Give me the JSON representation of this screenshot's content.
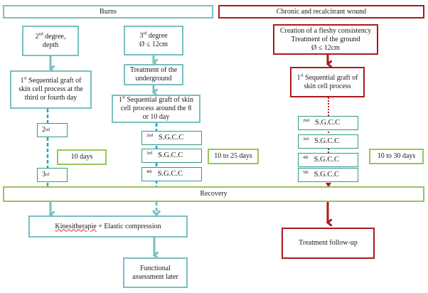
{
  "headers": {
    "burns": "Burns",
    "chronic": "Chronic and recalcitrant wound"
  },
  "burns_col1": {
    "degree_num": "2",
    "degree_sup": "nd",
    "degree_text": " degree,",
    "degree_line2": "depth",
    "graft_num": "1",
    "graft_sup": "st",
    "graft_line1": " Sequential graft of",
    "graft_line2": "skin cell process at the",
    "graft_line3": "third or fourth day",
    "step2_num": "2",
    "step2_sup": "nd",
    "step3_num": "3",
    "step3_sup": "rd",
    "duration": "10 days"
  },
  "burns_col2": {
    "degree_num": "3",
    "degree_sup": "rd",
    "degree_text": "  degree",
    "degree_line2": "Ø ≤ 12cm",
    "treatment_line1": "Treatment of the",
    "treatment_line2": "underground",
    "graft_num": "1",
    "graft_sup": "st",
    "graft_line1": " Sequential graft of skin",
    "graft_line2": "cell process around the 8",
    "graft_line3": "or 10 day",
    "steps": [
      {
        "sup": "2nd",
        "label": "S.G.C.C"
      },
      {
        "sup": "3rd",
        "label": "S.G.C.C"
      },
      {
        "sup": "4th",
        "label": "S.G.C.C"
      }
    ],
    "duration": "10 to 25 days"
  },
  "chronic_col": {
    "creation_line1": "Creation of a fleshy consistency",
    "creation_line2": "Treatment of the ground",
    "creation_line3": "Ø ≤ 12cm",
    "graft_num": "1",
    "graft_sup": "st",
    "graft_line1": " Sequential graft of",
    "graft_line2": "skin cell process",
    "steps": [
      {
        "sup": "2nd",
        "label": "S.G.C.C"
      },
      {
        "sup": "3rd",
        "label": "S.G.C.C"
      },
      {
        "sup": "4th",
        "label": "S.G.C.C"
      },
      {
        "sup": "5th",
        "label": "S.G.C.C"
      }
    ],
    "duration": "10 to 30 days",
    "followup": "Treatment follow-up"
  },
  "recovery": "Recovery",
  "kinesi": {
    "word1": "Kinesitherapie",
    "rest": " + Elastic compression"
  },
  "functional": {
    "line1": "Functional",
    "line2": "assessment later"
  },
  "colors": {
    "burns_border": "#79bfc2",
    "chronic_border": "#aa1a1a",
    "duration_border": "#9ac45a",
    "step_border": "#2e9a86",
    "dashed_line": "#1fa3d6",
    "dotted_line": "#c0181f"
  }
}
